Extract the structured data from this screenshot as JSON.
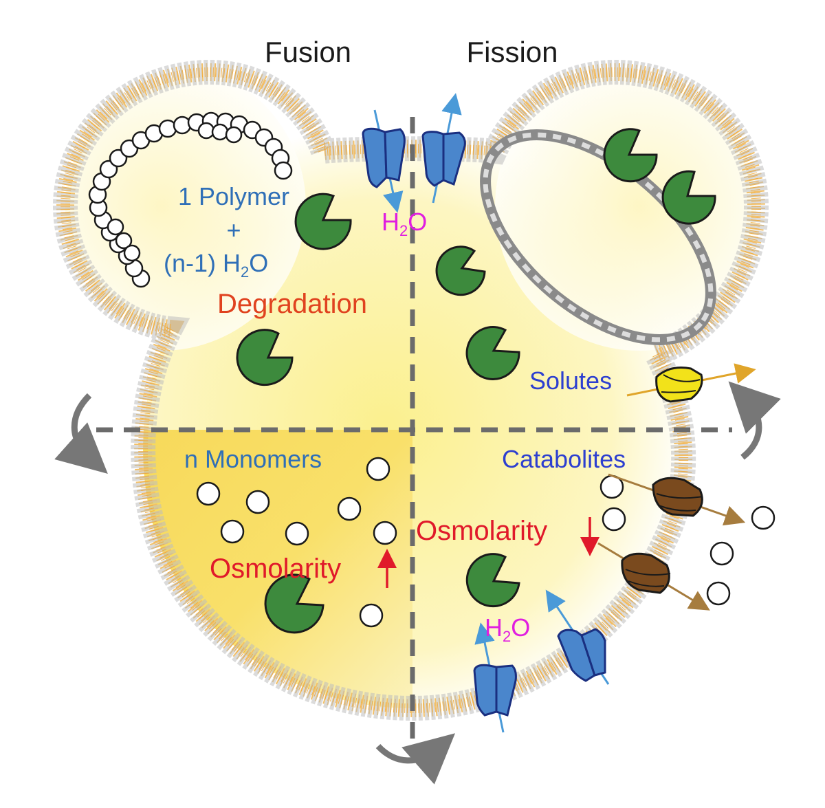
{
  "headers": {
    "left": "Fusion",
    "right": "Fission"
  },
  "labels": {
    "polymer": "1 Polymer",
    "plus": "+",
    "water_prefix": "(n-1) H",
    "water_sub": "2",
    "water_suffix": "O",
    "degradation": "Degradation",
    "monomers": "n Monomers",
    "osmolarity_up": "Osmolarity",
    "osmolarity_down": "Osmolarity",
    "solutes": "Solutes",
    "catabolites": "Catabolites",
    "h2o_top_h": "H",
    "h2o_top_sub": "2",
    "h2o_top_o": "O",
    "h2o_bottom_h": "H",
    "h2o_bottom_sub": "2",
    "h2o_bottom_o": "O"
  },
  "colors": {
    "polymer_text": "#2f6fb7",
    "degradation_text": "#e0421f",
    "osmolarity_text": "#e0192a",
    "h2o_text": "#e01ee0",
    "solutes_text": "#2d3fd0",
    "enzyme": "#3d8a3d",
    "aquaporin": "#4a86cc",
    "solute_channel": "#f2e21a",
    "catabolite_channel": "#7a4a1e",
    "membrane_tail": "#f0a83a",
    "membrane_head": "#b8b8b8"
  },
  "icons": {
    "enzyme": "pacman-enzyme-icon",
    "aquaporin": "aquaporin-channel-icon",
    "solute_transporter": "solute-transporter-icon",
    "catabolite_transporter": "catabolite-transporter-icon",
    "monomer": "monomer-circle-icon",
    "constriction_ring": "constriction-ring-icon",
    "rotation_arrow": "rotation-arrow-icon"
  }
}
